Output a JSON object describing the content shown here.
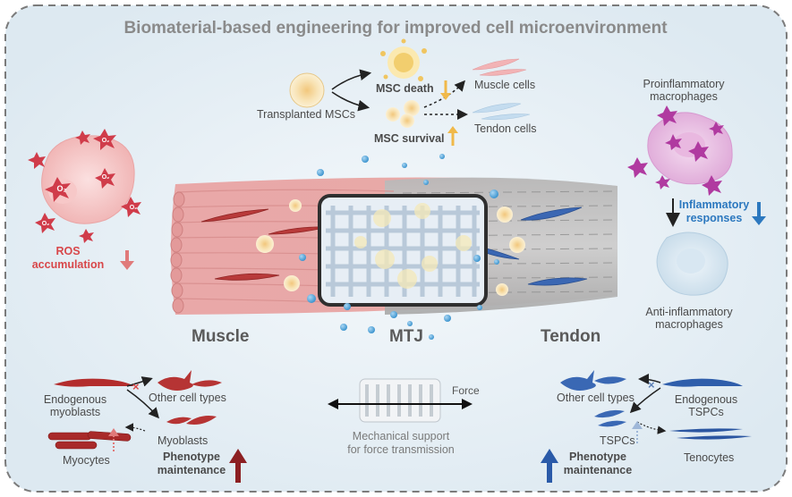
{
  "title": "Biomaterial-based engineering for improved cell microenvironment",
  "top": {
    "transplanted": "Transplanted MSCs",
    "msc_death": "MSC death",
    "msc_survival": "MSC survival",
    "muscle_cells": "Muscle cells",
    "tendon_cells": "Tendon cells"
  },
  "left": {
    "ros_line1": "ROS",
    "ros_line2": "accumulation",
    "o2_label": "O2"
  },
  "right": {
    "pro_line1": "Proinflammatory",
    "pro_line2": "macrophages",
    "infl_line1": "Inflammatory",
    "infl_line2": "responses",
    "anti_line1": "Anti-inflammatory",
    "anti_line2": "macrophages"
  },
  "tissue": {
    "muscle": "Muscle",
    "mtj": "MTJ",
    "tendon": "Tendon"
  },
  "bottom_left": {
    "endo_line1": "Endogenous",
    "endo_line2": "myoblasts",
    "other": "Other cell types",
    "myoblasts": "Myoblasts",
    "myocytes": "Myocytes",
    "pheno_line1": "Phenotype",
    "pheno_line2": "maintenance"
  },
  "bottom_center": {
    "force": "Force",
    "mech_line1": "Mechanical support",
    "mech_line2": "for force transmission"
  },
  "bottom_right": {
    "other": "Other cell types",
    "endo_line1": "Endogenous",
    "endo_line2": "TSPCs",
    "tspcs": "TSPCs",
    "tenocytes": "Tenocytes",
    "pheno_line1": "Phenotype",
    "pheno_line2": "maintenance"
  },
  "colors": {
    "muscle_red": "#c44a4a",
    "tendon_blue": "#3766b0",
    "down_red": "#e07a7a",
    "up_yellow": "#f0b94a",
    "inflam_blue": "#2c78bf",
    "pheno_red": "#8c1f22",
    "pheno_blue": "#2a5aa8"
  }
}
